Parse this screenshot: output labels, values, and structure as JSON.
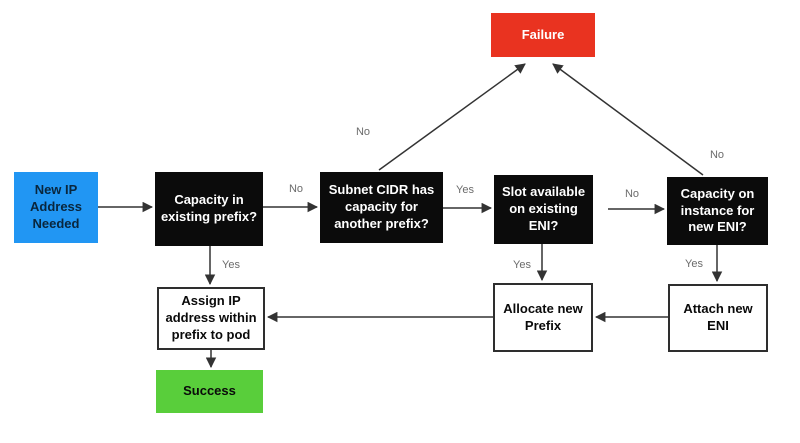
{
  "nodes": {
    "start": {
      "label": "New IP\nAddress\nNeeded"
    },
    "capacity_in_prefix": {
      "label": "Capacity in\nexisting prefix?"
    },
    "subnet_cidr": {
      "label": "Subnet CIDR has\ncapacity for\nanother prefix?"
    },
    "slot_on_eni": {
      "label": "Slot available\non existing\nENI?"
    },
    "capacity_on_instance": {
      "label": "Capacity on\ninstance for\nnew ENI?"
    },
    "failure": {
      "label": "Failure"
    },
    "assign_ip": {
      "label": "Assign IP\naddress within\nprefix to pod"
    },
    "allocate_prefix": {
      "label": "Allocate new\nPrefix"
    },
    "attach_eni": {
      "label": "Attach new\nENI"
    },
    "success": {
      "label": "Success"
    }
  },
  "edge_labels": {
    "capacity_no": "No",
    "capacity_yes": "Yes",
    "subnet_failure_no": "No",
    "subnet_yes": "Yes",
    "slot_yes": "Yes",
    "slot_no": "No",
    "instance_failure_no": "No",
    "instance_yes": "Yes"
  },
  "colors": {
    "start_blue": "#2196f3",
    "failure_red": "#e93320",
    "success_green": "#59ce3b",
    "decision_black": "#0b0b0b",
    "arrow": "#333333",
    "edge_label_gray": "#6b6b6b"
  }
}
